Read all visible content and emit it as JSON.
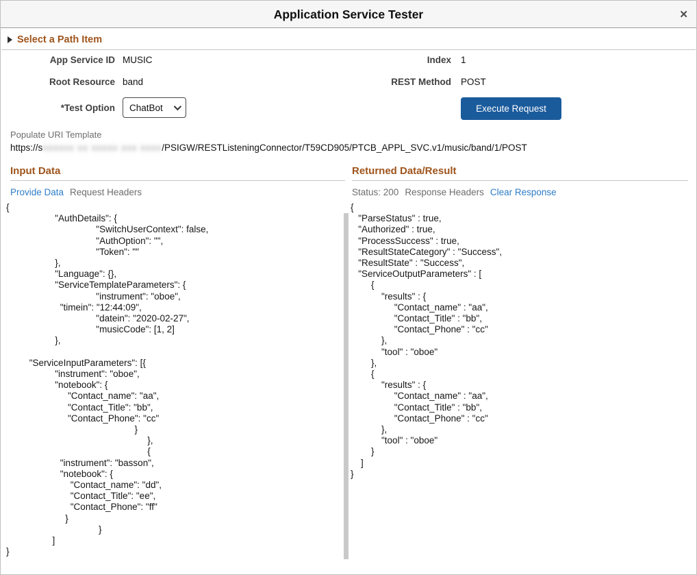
{
  "dialog": {
    "title": "Application Service Tester",
    "close_icon": "✕"
  },
  "path_section": {
    "label": "Select a Path Item"
  },
  "form": {
    "app_service_id": {
      "label": "App Service ID",
      "value": "MUSIC"
    },
    "index": {
      "label": "Index",
      "value": "1"
    },
    "root_resource": {
      "label": "Root Resource",
      "value": "band"
    },
    "rest_method": {
      "label": "REST Method",
      "value": "POST"
    },
    "test_option": {
      "label": "*Test Option",
      "selected": "ChatBot"
    },
    "execute_button": "Execute Request"
  },
  "uri": {
    "label": "Populate URI Template",
    "prefix": "https://s",
    "redacted": "xxxxxx xx xxxxx xxx xxxx",
    "suffix": "/PSIGW/RESTListeningConnector/T59CD905/PTCB_APPL_SVC.v1/music/band/1/POST"
  },
  "input_panel": {
    "heading": "Input Data",
    "provide_data_link": "Provide Data",
    "request_headers_link": "Request Headers",
    "json_lines": [
      "{",
      "                   \"AuthDetails\": {",
      "                                   \"SwitchUserContext\": false,",
      "                                   \"AuthOption\": \"\",",
      "                                   \"Token\": \"\"",
      "                   },",
      "                   \"Language\": {},",
      "                   \"ServiceTemplateParameters\": {",
      "                                   \"instrument\": \"oboe\",",
      "                     \"timein\": \"12:44:09\",",
      "                                   \"datein\": \"2020-02-27\",",
      "                                   \"musicCode\": [1, 2]",
      "                   },",
      "",
      "         \"ServiceInputParameters\": [{",
      "                   \"instrument\": \"oboe\",",
      "                   \"notebook\": {",
      "                        \"Contact_name\": \"aa\",",
      "                        \"Contact_Title\": \"bb\",",
      "                        \"Contact_Phone\": \"cc\"",
      "                                                  }",
      "                                                       },",
      "                                                       {",
      "                     \"instrument\": \"basson\",",
      "                     \"notebook\": {",
      "                         \"Contact_name\": \"dd\",",
      "                         \"Contact_Title\": \"ee\",",
      "                         \"Contact_Phone\": \"ff\"",
      "                       }",
      "                                    }",
      "                  ]",
      "}"
    ]
  },
  "result_panel": {
    "heading": "Returned Data/Result",
    "status": "Status: 200",
    "response_headers_link": "Response Headers",
    "clear_response_link": "Clear Response",
    "json_lines": [
      "{",
      "   \"ParseStatus\" : true,",
      "   \"Authorized\" : true,",
      "   \"ProcessSuccess\" : true,",
      "   \"ResultStateCategory\" : \"Success\",",
      "   \"ResultState\" : \"Success\",",
      "   \"ServiceOutputParameters\" : [",
      "        {",
      "            \"results\" : {",
      "                 \"Contact_name\" : \"aa\",",
      "                 \"Contact_Title\" : \"bb\",",
      "                 \"Contact_Phone\" : \"cc\"",
      "            },",
      "            \"tool\" : \"oboe\"",
      "        },",
      "        {",
      "            \"results\" : {",
      "                 \"Contact_name\" : \"aa\",",
      "                 \"Contact_Title\" : \"bb\",",
      "                 \"Contact_Phone\" : \"cc\"",
      "            },",
      "            \"tool\" : \"oboe\"",
      "        }",
      "    ]",
      "}"
    ]
  },
  "colors": {
    "heading_brown": "#9e541c",
    "link_blue": "#2d7dc8",
    "muted_gray": "#6d6d6d",
    "button_blue": "#1a5b9c"
  }
}
